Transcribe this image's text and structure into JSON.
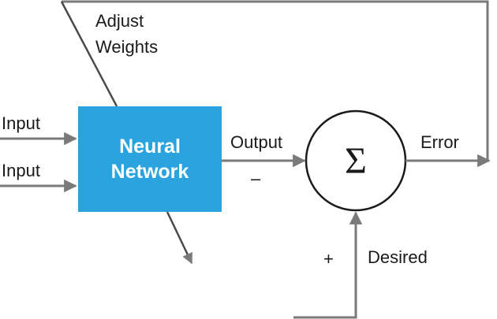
{
  "labels": {
    "adjust_line1": "Adjust",
    "adjust_line2": "Weights",
    "input_top": "Input",
    "input_bottom": "Input",
    "output": "Output",
    "minus": "–",
    "error": "Error",
    "plus": "+",
    "desired": "Desired",
    "sigma": "Σ"
  },
  "box": {
    "line1": "Neural",
    "line2": "Network"
  },
  "colors": {
    "box_fill": "#2aa3de",
    "arrow_gray": "#7a7a7a",
    "text": "#1a1a1a"
  }
}
